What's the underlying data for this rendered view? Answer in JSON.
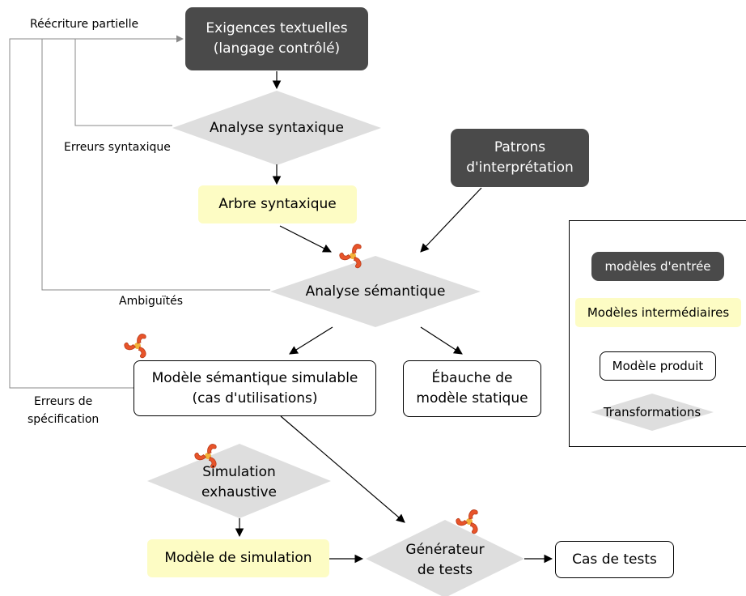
{
  "nodes": {
    "exigences": "Exigences textuelles\n(langage contrôlé)",
    "analyse_syntaxique": "Analyse syntaxique",
    "patrons": "Patrons\nd'interprétation",
    "arbre": "Arbre syntaxique",
    "analyse_semantique": "Analyse sémantique",
    "modele_semantique": "Modèle sémantique simulable\n(cas d'utilisations)",
    "ebauche": "Ébauche de\nmodèle statique",
    "simulation": "Simulation\nexhaustive",
    "modele_simulation": "Modèle de simulation",
    "generateur": "Générateur\nde tests",
    "cas_tests": "Cas de tests"
  },
  "edge_labels": {
    "reecriture": "Réécriture partielle",
    "erreurs_syntaxique": "Erreurs syntaxique",
    "ambiguites": "Ambiguïtés",
    "erreurs_specification": "Erreurs de\nspécification"
  },
  "legend": {
    "input": "modèles d'entrée",
    "intermediate": "Modèles intermédiaires",
    "product": "Modèle produit",
    "transformation": "Transformations"
  },
  "icons": {
    "transformation": "triskelion-icon"
  },
  "colors": {
    "input_fill": "#4a4a4a",
    "intermediate_fill": "#fdfcc4",
    "diamond_fill": "#dedede",
    "icon_orange": "#e8542a"
  }
}
